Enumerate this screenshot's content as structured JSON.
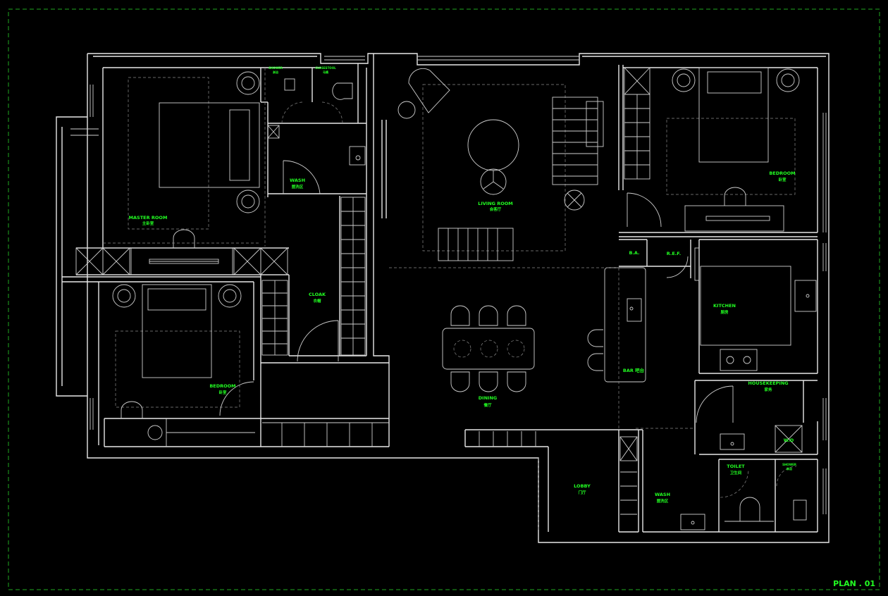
{
  "plan_title": "PLAN . 01",
  "rooms": {
    "master_room": {
      "en": "MASTER ROOM",
      "cn": "主卧室"
    },
    "shower_main": {
      "en": "SHOWER",
      "cn": "淋浴"
    },
    "closestool_main": {
      "en": "CLOSESTOOL",
      "cn": "马桶"
    },
    "wash_main": {
      "en": "WASH",
      "cn": "盥洗区"
    },
    "living_room": {
      "en": "LIVING ROOM",
      "cn": "会客厅"
    },
    "bedroom_right": {
      "en": "BEDROOM",
      "cn": "卧室"
    },
    "bedroom_left": {
      "en": "BEDROOM",
      "cn": "卧室"
    },
    "cloak": {
      "en": "CLOAK",
      "cn": "衣帽"
    },
    "dining": {
      "en": "DINING",
      "cn": "餐厅"
    },
    "bar": {
      "en": "BAR 吧台"
    },
    "kitchen": {
      "en": "KITCHEN",
      "cn": "厨房"
    },
    "ba": {
      "en": "B.A."
    },
    "ref": {
      "en": "R.E.F."
    },
    "housekeeping": {
      "en": "HOUSEKEEPING",
      "cn": "家务"
    },
    "wd": {
      "en": "W.D"
    },
    "toilet": {
      "en": "TOILET",
      "cn": "卫生间"
    },
    "shower_guest": {
      "en": "SHOWER",
      "cn": "淋浴"
    },
    "lobby": {
      "en": "LOBBY",
      "cn": "门厅"
    },
    "wash_guest": {
      "en": "WASH",
      "cn": "盥洗区"
    }
  },
  "colors": {
    "background": "#000000",
    "wall": "#e8e8e8",
    "label": "#22ff22",
    "frame": "#1fa81f"
  }
}
